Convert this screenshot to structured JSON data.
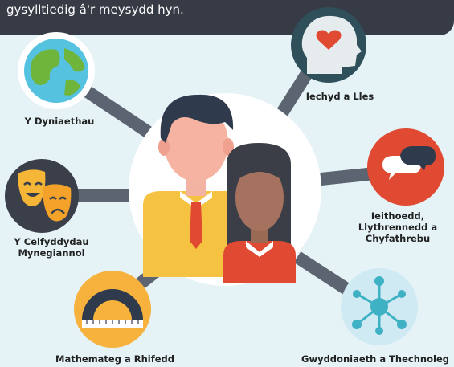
{
  "header": {
    "text": "gysylltiedig â'r meysydd hyn."
  },
  "nodes": {
    "humanities": {
      "label": "Y Dyniaethau",
      "icon": "globe-icon"
    },
    "health": {
      "label": "Iechyd a Lles",
      "icon": "head-heart-icon"
    },
    "arts": {
      "label_line1": "Y Celfyddydau",
      "label_line2": "Mynegiannol",
      "icon": "theatre-masks-icon"
    },
    "languages": {
      "label_line1": "Ieithoedd,",
      "label_line2": "Llythrennedd a",
      "label_line3": "Chyfathrebu",
      "icon": "speech-bubbles-icon"
    },
    "maths": {
      "label": "Mathemateg a Rhifedd",
      "icon": "protractor-icon"
    },
    "science": {
      "label": "Gwyddoniaeth a Thechnoleg",
      "icon": "molecule-network-icon"
    }
  },
  "center": {
    "icon": "two-students-icon"
  },
  "colors": {
    "header": "#373b46",
    "background": "#e5f3f7",
    "connector": "#5b6470",
    "health": "#2f4f5a",
    "arts": "#3a3f4a",
    "languages": "#e04a32",
    "maths": "#f6b23c",
    "science": "#cfeaf3"
  }
}
